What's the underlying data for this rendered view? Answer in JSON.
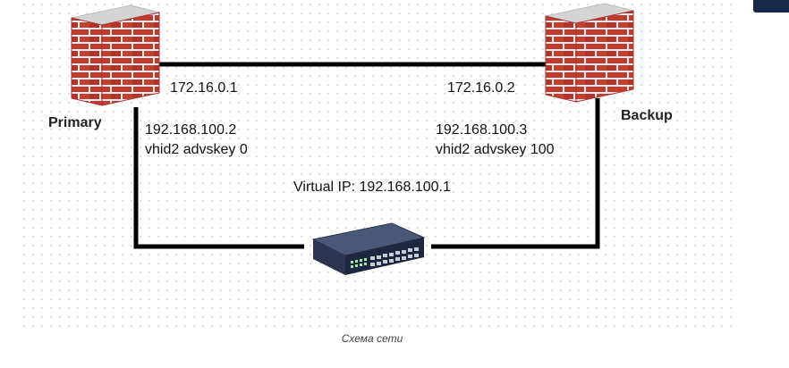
{
  "nodes": {
    "primary": {
      "name": "Primary",
      "link_ip": "172.16.0.1",
      "lan_ip": "192.168.100.2",
      "carp": "vhid2 advskey 0"
    },
    "backup": {
      "name": "Backup",
      "link_ip": "172.16.0.2",
      "lan_ip": "192.168.100.3",
      "carp": "vhid2 advskey 100"
    }
  },
  "virtual_ip": "Virtual IP: 192.168.100.1",
  "caption": "Схема сети",
  "icons": [
    "firewall-icon",
    "network-switch-icon"
  ],
  "colors": {
    "brick": "#c0392b",
    "mortar": "#f2f2f2",
    "wire": "#000000",
    "switch_body": "#2e3a55",
    "port_led": "#2ecc71"
  }
}
